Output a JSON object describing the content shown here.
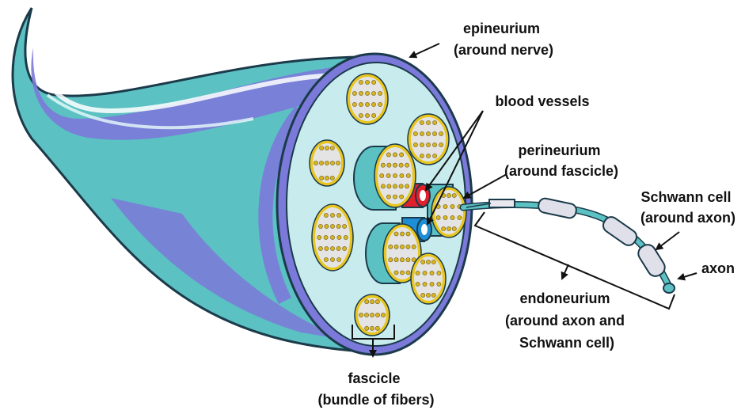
{
  "labels": {
    "epineurium": [
      "epineurium",
      "(around nerve)"
    ],
    "blood_vessels": [
      "blood vessels"
    ],
    "perineurium": [
      "perineurium",
      "(around fascicle)"
    ],
    "schwann_cell": [
      "Schwann cell",
      "(around axon)"
    ],
    "axon": [
      "axon"
    ],
    "endoneurium": [
      "endoneurium",
      "(around axon and",
      "Schwann cell)"
    ],
    "fascicle": [
      "fascicle",
      "(bundle of fibers)"
    ]
  },
  "colors": {
    "nerve_teal": "#5cc1c2",
    "nerve_dark": "#3e9fa3",
    "epineurium_purple": "#7b79d9",
    "cross_section_fill": "#c8ecee",
    "fascicle_ring": "#e8c61e",
    "fascicle_fill": "#e4e4e4",
    "fiber_dot": "#d9b51f",
    "artery_red": "#e0202c",
    "vein_blue": "#1e8fd6"
  }
}
